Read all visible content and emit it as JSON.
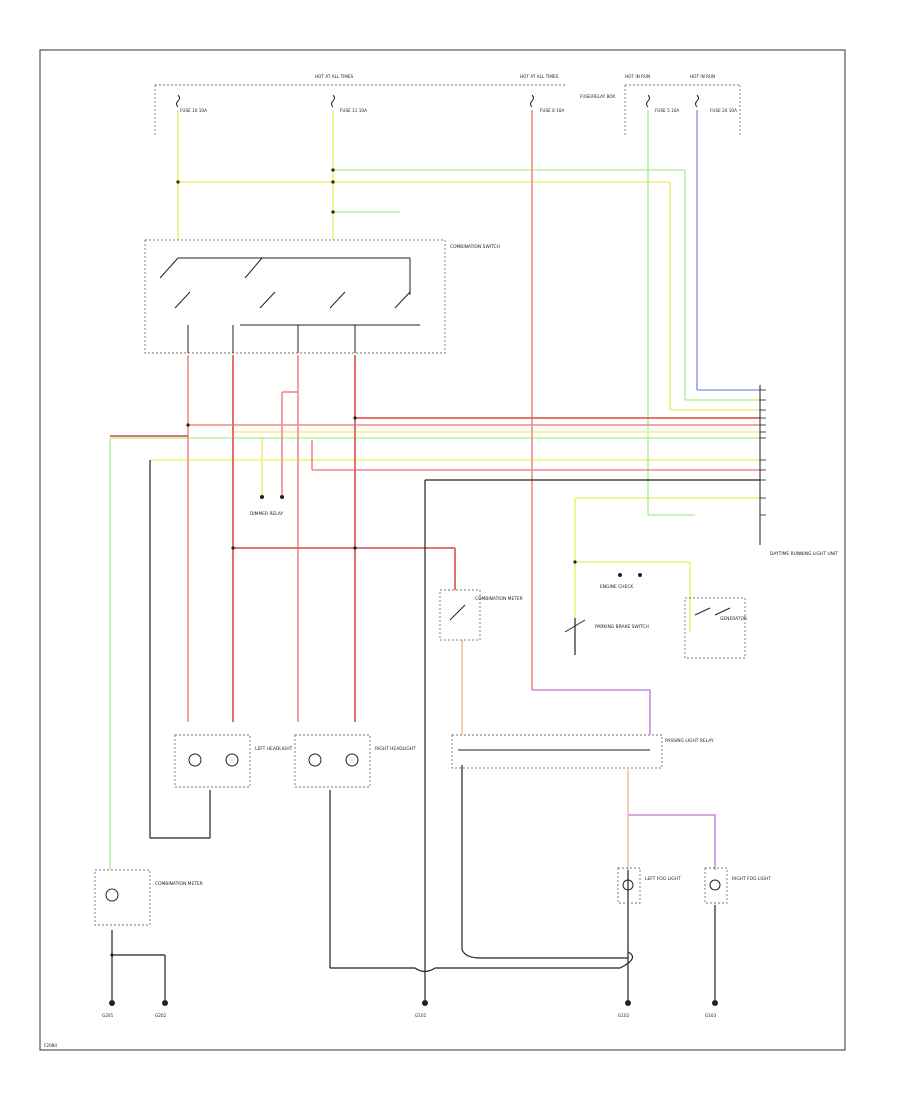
{
  "diagram": {
    "code": "F2084",
    "fuses": [
      {
        "id": "fuse-1",
        "label": "HOT AT ALL TIMES",
        "sub": "FUSE 10 10A"
      },
      {
        "id": "fuse-2",
        "label": "HOT AT ALL TIMES",
        "sub": "FUSE 11 10A"
      },
      {
        "id": "fuse-3",
        "label": "HOT AT ALL TIMES",
        "sub": "FUSE 8 10A"
      },
      {
        "id": "fuse-4",
        "label": "HOT IN RUN",
        "sub": "FUSE 5 10A"
      },
      {
        "id": "fuse-5",
        "label": "HOT IN RUN",
        "sub": "FUSE 24 10A"
      }
    ],
    "fuse_box_note": "FUSE/RELAY BOX",
    "components": [
      {
        "id": "combination-switch",
        "text": "COMBINATION SWITCH"
      },
      {
        "id": "daytime-running-light-unit",
        "text": "DAYTIME RUNNING LIGHT UNIT"
      },
      {
        "id": "dimmer-relay",
        "text": "DIMMER RELAY"
      },
      {
        "id": "left-headlight",
        "text": "LEFT HEADLIGHT"
      },
      {
        "id": "right-headlight",
        "text": "RIGHT HEADLIGHT"
      },
      {
        "id": "passing-light-relay",
        "text": "PASSING LIGHT RELAY"
      },
      {
        "id": "left-fog-light",
        "text": "LEFT FOG LIGHT"
      },
      {
        "id": "right-fog-light",
        "text": "RIGHT FOG LIGHT"
      },
      {
        "id": "combination-meter",
        "text": "COMBINATION METER"
      },
      {
        "id": "parking-brake-switch",
        "text": "PARKING BRAKE SWITCH"
      },
      {
        "id": "generator",
        "text": "GENERATOR"
      },
      {
        "id": "engine-check",
        "text": "ENGINE CHECK"
      }
    ],
    "grounds": [
      {
        "id": "g1",
        "text": "G201"
      },
      {
        "id": "g2",
        "text": "G202"
      },
      {
        "id": "g3",
        "text": "G101"
      },
      {
        "id": "g4",
        "text": "G102"
      },
      {
        "id": "g5",
        "text": "G103"
      }
    ],
    "wire_colors": {
      "red": "#f08a8a",
      "dark_red": "#e06060",
      "yellow": "#f2f07a",
      "green": "#b8f0a0",
      "blue": "#9a9af0",
      "orange": "#f3c49a",
      "violet": "#c98ce0",
      "black": "#222222",
      "gray": "#aaaaaa"
    }
  }
}
